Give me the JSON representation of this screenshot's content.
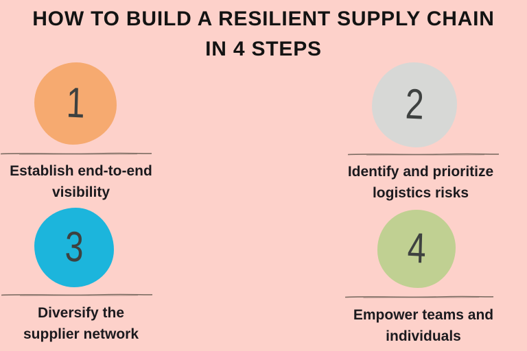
{
  "title": "HOW TO BUILD A RESILIENT SUPPLY CHAIN IN 4 STEPS",
  "colors": {
    "background": "#fdd1ca",
    "title_text": "#131313",
    "label_text": "#1b1a1e",
    "number_text": "#3e4140",
    "divider_line": "#6f6258",
    "step1_circle": "#f6aa70",
    "step2_circle": "#d7d8d6",
    "step3_circle": "#1cb5dc",
    "step4_circle": "#c0d092"
  },
  "steps": [
    {
      "number": "1",
      "circle_color": "#f6aa70",
      "label_lines": [
        "Establish end-to-end",
        "visibility"
      ]
    },
    {
      "number": "2",
      "circle_color": "#d7d8d6",
      "label_lines": [
        "Identify and prioritize",
        "logistics risks"
      ]
    },
    {
      "number": "3",
      "circle_color": "#1cb5dc",
      "label_lines": [
        "Diversify the",
        "supplier network"
      ]
    },
    {
      "number": "4",
      "circle_color": "#c0d092",
      "label_lines": [
        "Empower teams and",
        "individuals"
      ]
    }
  ]
}
